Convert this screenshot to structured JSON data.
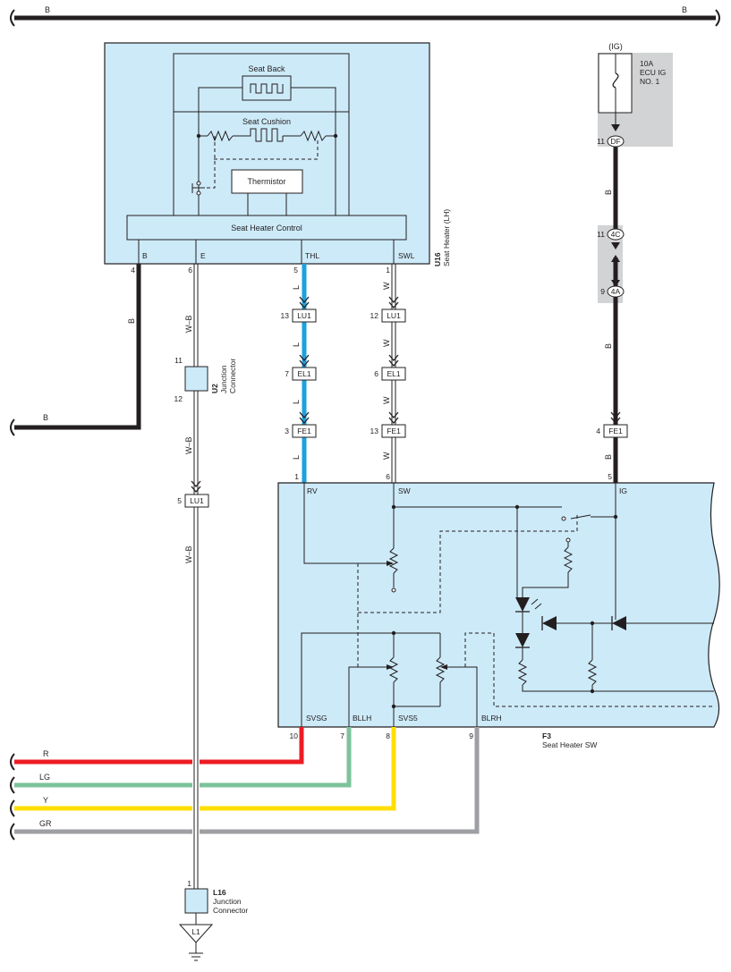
{
  "top_bus": {
    "left_label": "B",
    "right_label": "B"
  },
  "u16": {
    "code": "U16",
    "name": "Seat Heater (LH)",
    "seat_back": "Seat Back",
    "seat_cushion": "Seat Cushion",
    "thermistor": "Thermistor",
    "control": "Seat Heater Control",
    "pins": [
      {
        "name": "B",
        "num": "4"
      },
      {
        "name": "E",
        "num": "6"
      },
      {
        "name": "THL",
        "num": "5"
      },
      {
        "name": "SWL",
        "num": "1"
      }
    ]
  },
  "fuse": {
    "header": "(IG)",
    "rating": "10A",
    "name1": "ECU IG",
    "name2": "NO. 1",
    "pin": "11",
    "conn": "DF"
  },
  "ig_wire": {
    "color1": "B",
    "conn_4c_pin": "11",
    "conn_4c": "4C",
    "conn_4a_pin": "9",
    "conn_4a": "4A",
    "color2": "B",
    "fe1_pin": "4",
    "fe1": "FE1",
    "color3": "B",
    "f3_pin": "5"
  },
  "b_wire": {
    "color": "B",
    "ground_label": "B"
  },
  "e_wire": {
    "color1": "W–B",
    "u2_code": "U2",
    "u2_name1": "Junction",
    "u2_name2": "Connector",
    "u2_pin_in": "11",
    "u2_pin_out": "12",
    "color2": "W–B",
    "lu1_pin": "5",
    "lu1": "LU1",
    "color3": "W–B",
    "l16_pin": "1",
    "l16_code": "L16",
    "l16_name1": "Junction",
    "l16_name2": "Connector",
    "ground": "L1"
  },
  "thl_wire": {
    "c1": "L",
    "lu1_pin": "13",
    "lu1": "LU1",
    "c2": "L",
    "el1_pin": "7",
    "el1": "EL1",
    "c3": "L",
    "fe1_pin": "3",
    "fe1": "FE1",
    "c4": "L",
    "f3_pin": "1"
  },
  "swl_wire": {
    "c1": "W",
    "lu1_pin": "12",
    "lu1": "LU1",
    "c2": "W",
    "el1_pin": "6",
    "el1": "EL1",
    "c3": "W",
    "fe1_pin": "13",
    "fe1": "FE1",
    "c4": "W",
    "f3_pin": "6"
  },
  "f3": {
    "code": "F3",
    "name": "Seat Heater SW",
    "top_pins": [
      "RV",
      "SW",
      "IG"
    ],
    "bottom_pins": [
      {
        "name": "SVSG",
        "num": "10"
      },
      {
        "name": "BLLH",
        "num": "7"
      },
      {
        "name": "SVS5",
        "num": "8"
      },
      {
        "name": "BLRH",
        "num": "9"
      }
    ]
  },
  "bottom_wires": [
    {
      "label": "R",
      "color": "#ed1c24"
    },
    {
      "label": "LG",
      "color": "#7cc39a"
    },
    {
      "label": "Y",
      "color": "#ffde00"
    },
    {
      "label": "GR",
      "color": "#9d9fa2"
    }
  ],
  "colors": {
    "component_fill": "#cdeaf8",
    "fuse_fill": "#d1d3d4",
    "blue_wire": "#1da1dd",
    "black_wire": "#231f20"
  }
}
